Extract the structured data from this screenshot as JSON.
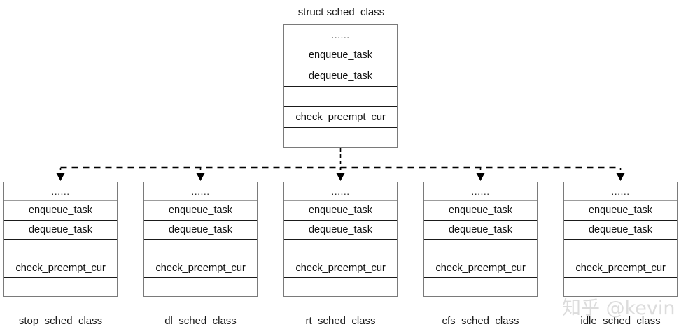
{
  "diagram": {
    "title": "struct sched_class",
    "watermark": "知乎 @kevin",
    "rows": {
      "ellipsis": "......",
      "enqueue": "enqueue_task",
      "dequeue": "dequeue_task",
      "blank1": "",
      "check_preempt": "check_preempt_cur",
      "blank2": ""
    },
    "colors": {
      "box_border": "#7a7a7a",
      "row_line": "#1a1a1a",
      "faint_row_line": "#9c9c9c",
      "connector": "#000000",
      "text": "#1a1a1a",
      "watermark": "#dcdcdc",
      "background": "#ffffff"
    },
    "parent": {
      "label": "struct sched_class",
      "rows": [
        "......",
        "enqueue_task",
        "dequeue_task",
        "",
        "check_preempt_cur",
        ""
      ]
    },
    "children": [
      {
        "id": "stop",
        "label": "stop_sched_class",
        "rows": [
          "......",
          "enqueue_task",
          "dequeue_task",
          "",
          "check_preempt_cur",
          ""
        ]
      },
      {
        "id": "dl",
        "label": "dl_sched_class",
        "rows": [
          "......",
          "enqueue_task",
          "dequeue_task",
          "",
          "check_preempt_cur",
          ""
        ]
      },
      {
        "id": "rt",
        "label": "rt_sched_class",
        "rows": [
          "......",
          "enqueue_task",
          "dequeue_task",
          "",
          "check_preempt_cur",
          ""
        ]
      },
      {
        "id": "cfs",
        "label": "cfs_sched_class",
        "rows": [
          "......",
          "enqueue_task",
          "dequeue_task",
          "",
          "check_preempt_cur",
          ""
        ]
      },
      {
        "id": "idle",
        "label": "idle_sched_class",
        "rows": [
          "......",
          "enqueue_task",
          "dequeue_task",
          "",
          "check_preempt_cur",
          ""
        ]
      }
    ]
  }
}
